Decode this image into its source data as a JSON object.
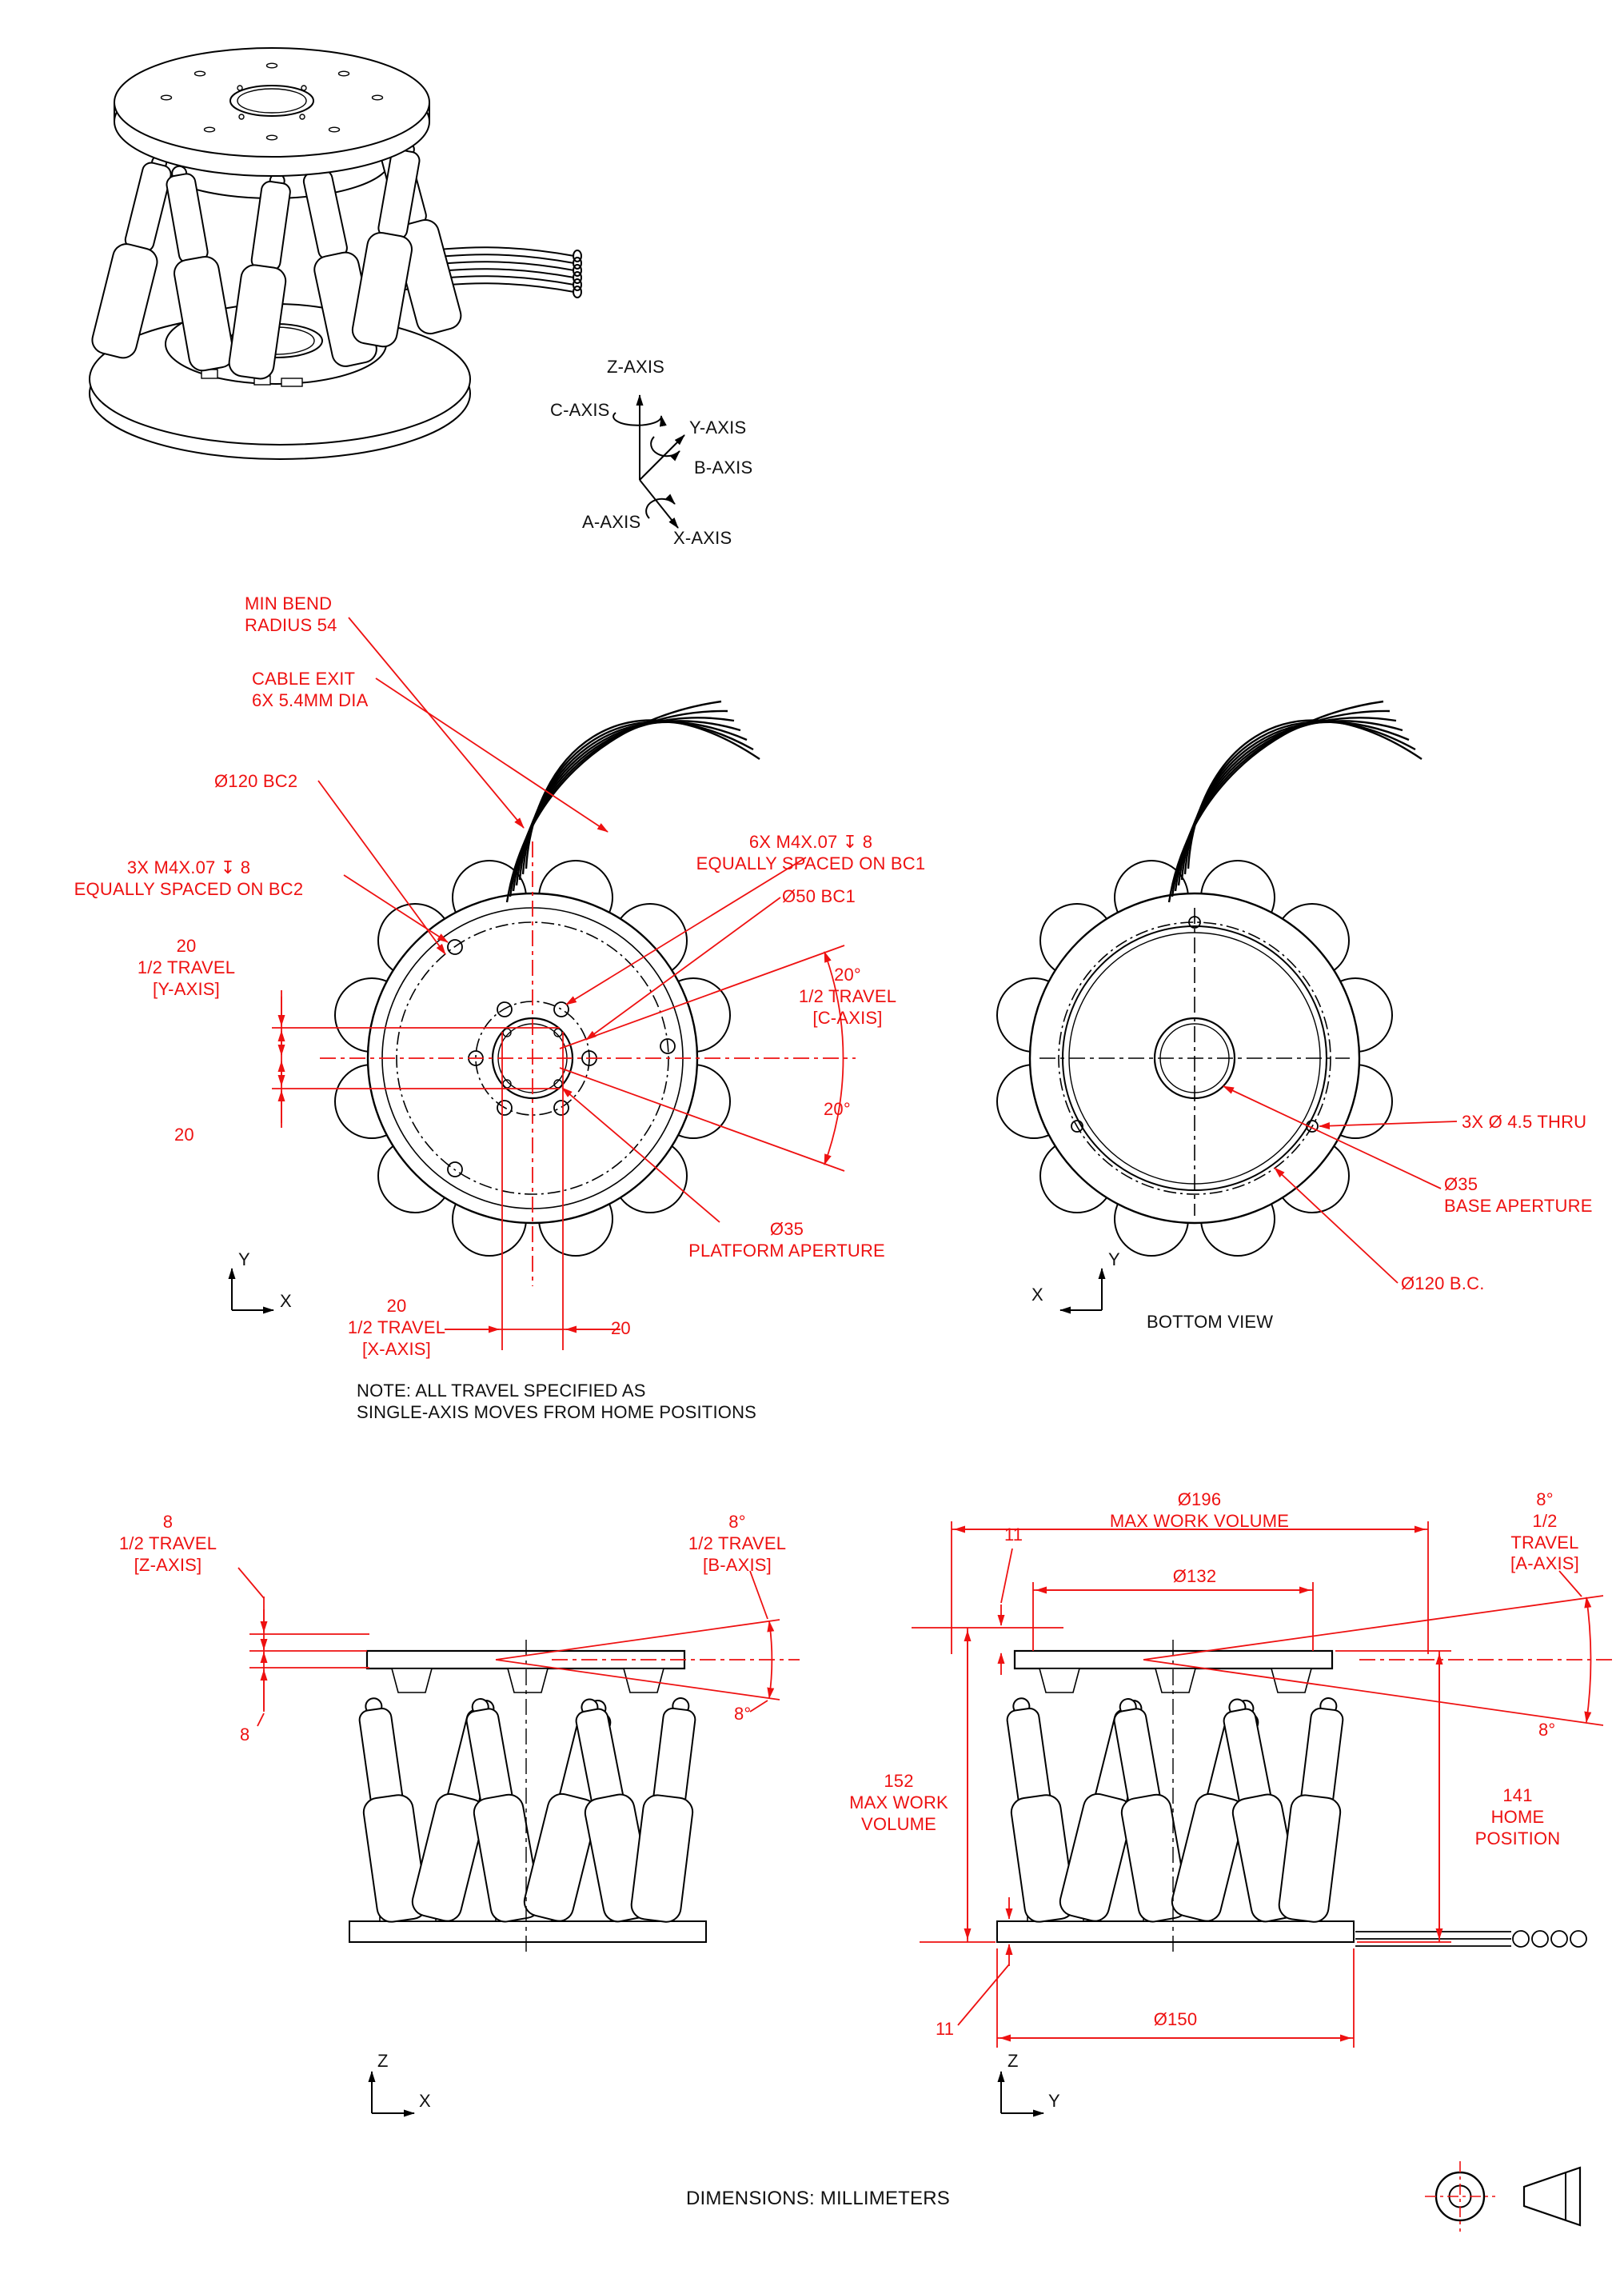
{
  "colors": {
    "geometry": "#000000",
    "dimensions": "#ee1111"
  },
  "axis_triad": {
    "z": "Z-AXIS",
    "c": "C-AXIS",
    "y": "Y-AXIS",
    "b": "B-AXIS",
    "a": "A-AXIS",
    "x": "X-AXIS"
  },
  "top_view": {
    "min_bend": "MIN BEND\nRADIUS 54",
    "cable_exit": "CABLE EXIT\n6X 5.4MM DIA",
    "bc2_diameter": "Ø120 BC2",
    "bc2_screws": "3X M4X.07 ↧ 8\nEQUALLY SPACED ON BC2",
    "bc1_screws": "6X M4X.07 ↧ 8\nEQUALLY SPACED ON BC1",
    "bc1_diameter": "Ø50 BC1",
    "y_travel": "20\n1/2 TRAVEL\n[Y-AXIS]",
    "y_travel_lower": "20",
    "c_travel": "20°\n1/2 TRAVEL\n[C-AXIS]",
    "c_travel_lower": "20°",
    "platform_aperture": "Ø35\nPLATFORM APERTURE",
    "x_travel": "20\n1/2 TRAVEL\n[X-AXIS]",
    "x_travel_right": "20",
    "note": "NOTE: ALL TRAVEL SPECIFIED AS\nSINGLE-AXIS MOVES FROM HOME POSITIONS",
    "axis_y": "Y",
    "axis_x": "X"
  },
  "bottom_view": {
    "thru_holes": "3X Ø 4.5 THRU",
    "base_aperture": "Ø35\nBASE APERTURE",
    "bolt_circle": "Ø120 B.C.",
    "caption": "BOTTOM VIEW",
    "axis_y": "Y",
    "axis_x": "X"
  },
  "front_view": {
    "z_travel": "8\n1/2 TRAVEL\n[Z-AXIS]",
    "z_travel_lower": "8",
    "b_travel": "8°\n1/2 TRAVEL\n[B-AXIS]",
    "b_travel_lower": "8°",
    "axis_z": "Z",
    "axis_x": "X"
  },
  "side_view": {
    "max_work_diameter": "Ø196\nMAX WORK VOLUME",
    "offset_top": "11",
    "platform_diameter": "Ø132",
    "a_travel": "8°\n1/2 TRAVEL\n[A-AXIS]",
    "max_work_height": "152\nMAX WORK\nVOLUME",
    "home_position": "141\nHOME POSITION",
    "a_travel_lower": "8°",
    "offset_bottom": "11",
    "base_diameter": "Ø150",
    "axis_z": "Z",
    "axis_y": "Y"
  },
  "footer": {
    "units_note": "DIMENSIONS:  MILLIMETERS"
  }
}
